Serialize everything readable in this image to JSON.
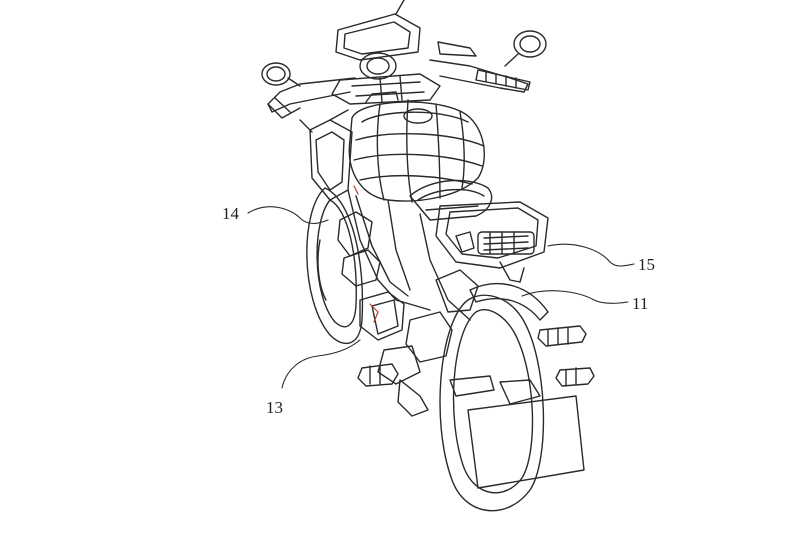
{
  "figure": {
    "labels": [
      {
        "id": "14",
        "text": "14"
      },
      {
        "id": "15",
        "text": "15"
      },
      {
        "id": "11",
        "text": "11"
      },
      {
        "id": "13",
        "text": "13"
      }
    ]
  },
  "colors": {
    "line": "#2a2a2a",
    "accent": "#c0392b",
    "background": "#ffffff"
  }
}
